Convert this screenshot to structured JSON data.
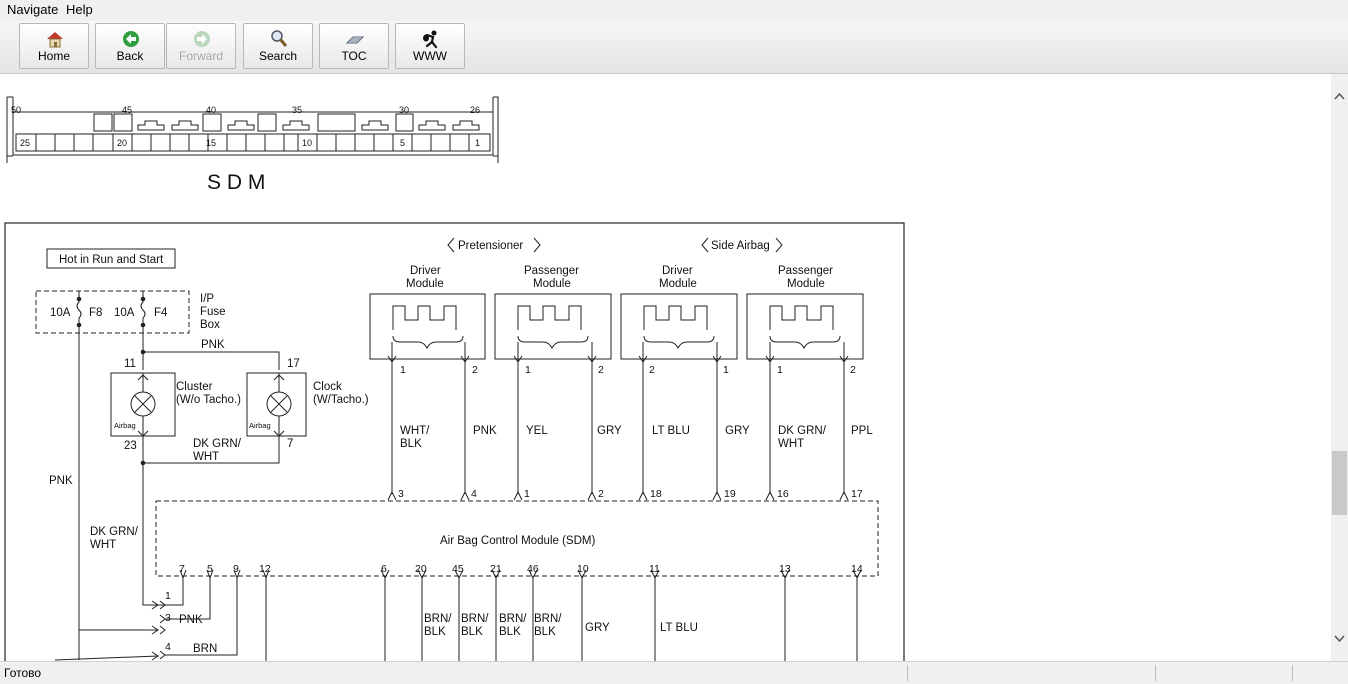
{
  "menu": {
    "navigate": "Navigate",
    "help": "Help"
  },
  "toolbar": {
    "home": "Home",
    "back": "Back",
    "forward": "Forward",
    "search": "Search",
    "toc": "TOC",
    "www": "WWW"
  },
  "connector": {
    "title": "S D M",
    "top_pins": [
      "50",
      "45",
      "40",
      "35",
      "30",
      "26"
    ],
    "bottom_pins": [
      "25",
      "20",
      "15",
      "10",
      "5",
      "1"
    ]
  },
  "diagram": {
    "hot_label": "Hot in Run and Start",
    "fuse1_amp": "10A",
    "fuse1_name": "F8",
    "fuse2_amp": "10A",
    "fuse2_name": "F4",
    "fuse_box_label1": "I/P",
    "fuse_box_label2": "Fuse",
    "fuse_box_label3": "Box",
    "pnk": "PNK",
    "pin11": "11",
    "pin17": "17",
    "pin23": "23",
    "pin7": "7",
    "cluster_label1": "Cluster",
    "cluster_label2": "(W/o Tacho.)",
    "clock_label1": "Clock",
    "clock_label2": "(W/Tacho.)",
    "airbag_small": "Airbag",
    "dkgrn1": "DK GRN/",
    "wht1": "WHT",
    "pnk_left": "PNK",
    "dkgrn2": "DK GRN/",
    "wht2": "WHT",
    "pretensioner_header": "Pretensioner",
    "side_airbag_header": "Side Airbag",
    "module_driver1": "Driver",
    "module_driver2": "Module",
    "module_passenger1": "Passenger",
    "module_passenger2": "Module",
    "mp": [
      "1",
      "2",
      "1",
      "2",
      "2",
      "1",
      "1",
      "2"
    ],
    "wire_labels": [
      "WHT/",
      "BLK",
      "PNK",
      "YEL",
      "GRY",
      "LT BLU",
      "GRY",
      "DK GRN/",
      "WHT",
      "PPL"
    ],
    "sdm_top_pins": [
      "3",
      "4",
      "1",
      "2",
      "18",
      "19",
      "16",
      "17"
    ],
    "sdm_label": "Air Bag Control Module (SDM)",
    "sdm_bottom_pins": [
      "7",
      "5",
      "9",
      "12",
      "6",
      "20",
      "45",
      "21",
      "46",
      "10",
      "11",
      "13",
      "14"
    ],
    "conn_pins": [
      "1",
      "3",
      "4"
    ],
    "pnk_small": "PNK",
    "brn": "BRN",
    "brnblk": "BRN/",
    "blk": "BLK",
    "gry_bottom": "GRY",
    "ltblu_bottom": "LT BLU"
  },
  "status": {
    "text": "Готово"
  }
}
